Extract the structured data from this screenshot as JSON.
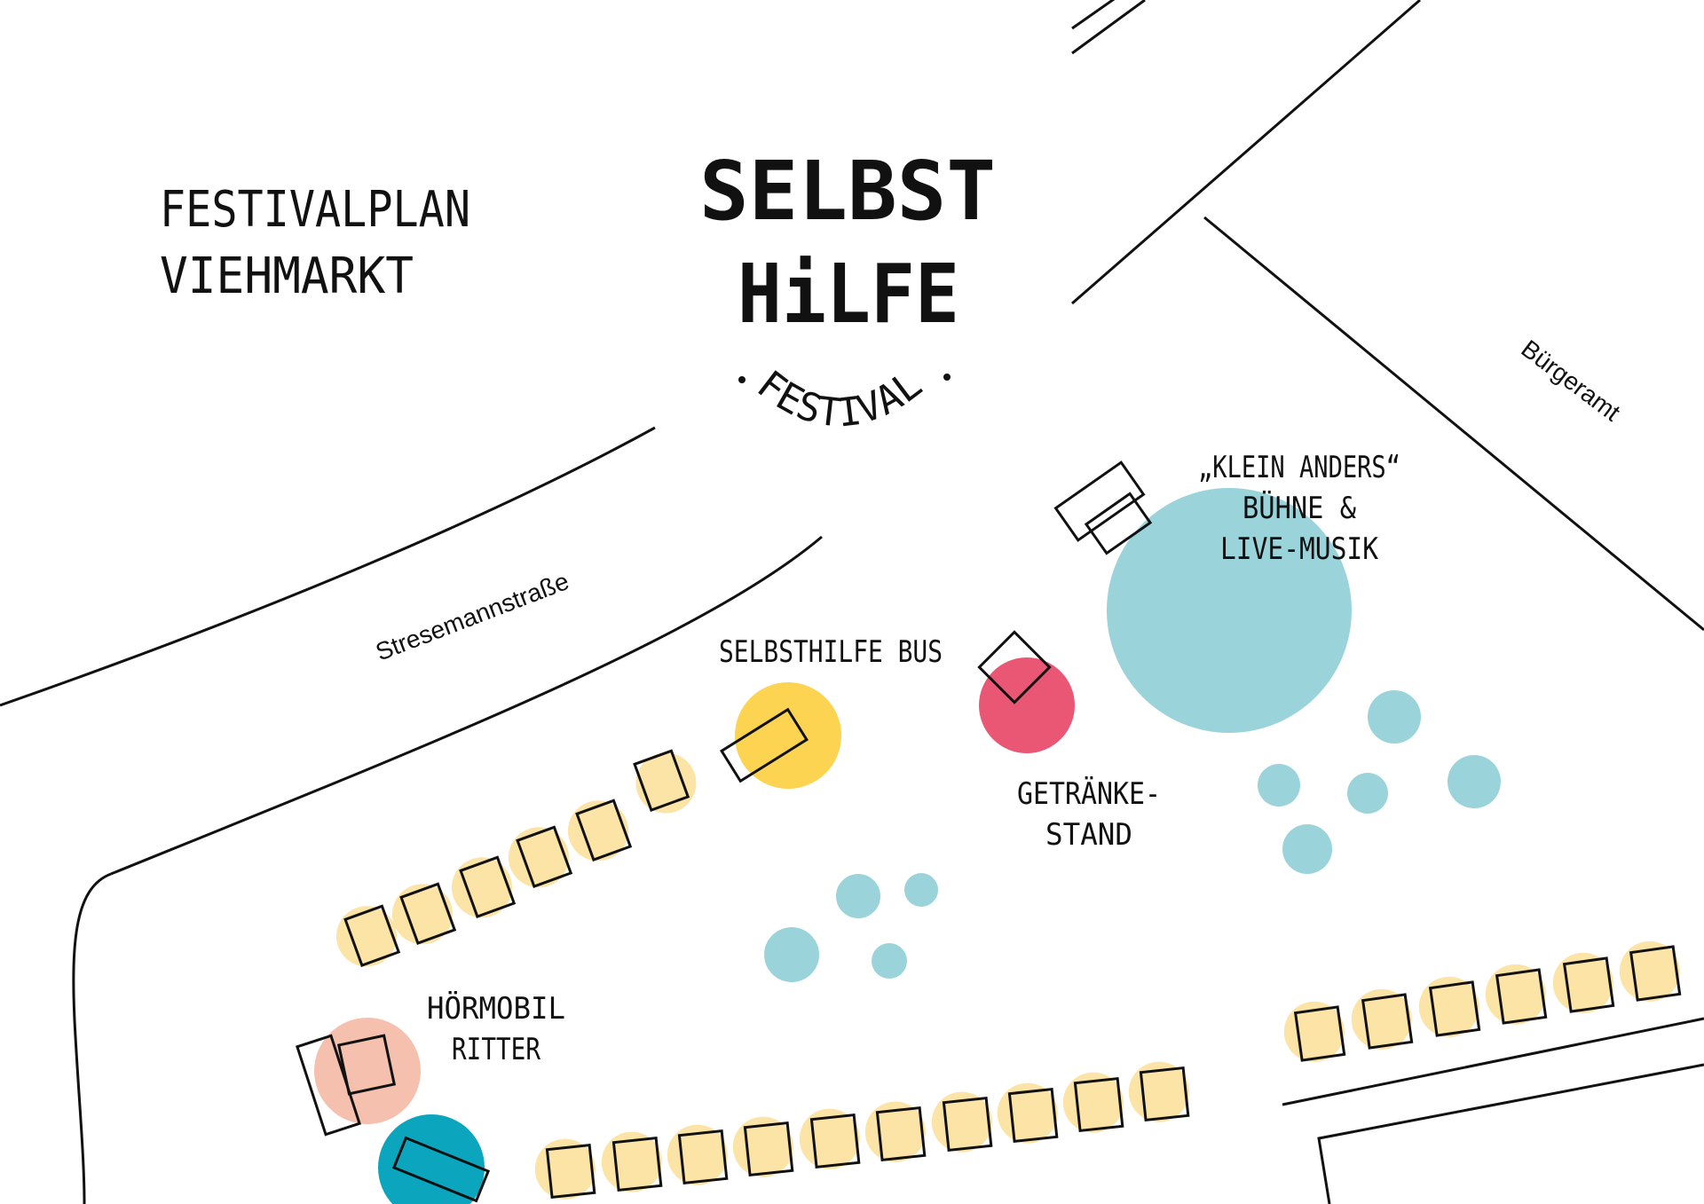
{
  "title": {
    "line1": "FESTIVALPLAN",
    "line2": "VIEHMARKT"
  },
  "logo": {
    "line1": "SELBST",
    "line2": "HiLFE",
    "line3": "FESTIVAL"
  },
  "streets": {
    "main": "Stresemannstraße",
    "building": "Bürgeramt"
  },
  "venues": {
    "stage": {
      "line1": "„KLEIN ANDERS“",
      "line2": "BÜHNE &",
      "line3": "LIVE-MUSIK"
    },
    "bus": {
      "line1": "SELBSTHILFE BUS"
    },
    "drinks": {
      "line1": "GETRÄNKE-",
      "line2": "STAND"
    },
    "hoermobil": {
      "line1": "HÖRMOBIL",
      "line2": "RITTER"
    }
  },
  "colors": {
    "stall_fill": "#FCE3A6",
    "stage_area": "#9AD3DA",
    "bus_area": "#FDD451",
    "drinks_area": "#EA5775",
    "hoermobil_area": "#F5C0AE",
    "bottom_vehicle_area": "#0BA5BD",
    "outline": "#111111"
  }
}
